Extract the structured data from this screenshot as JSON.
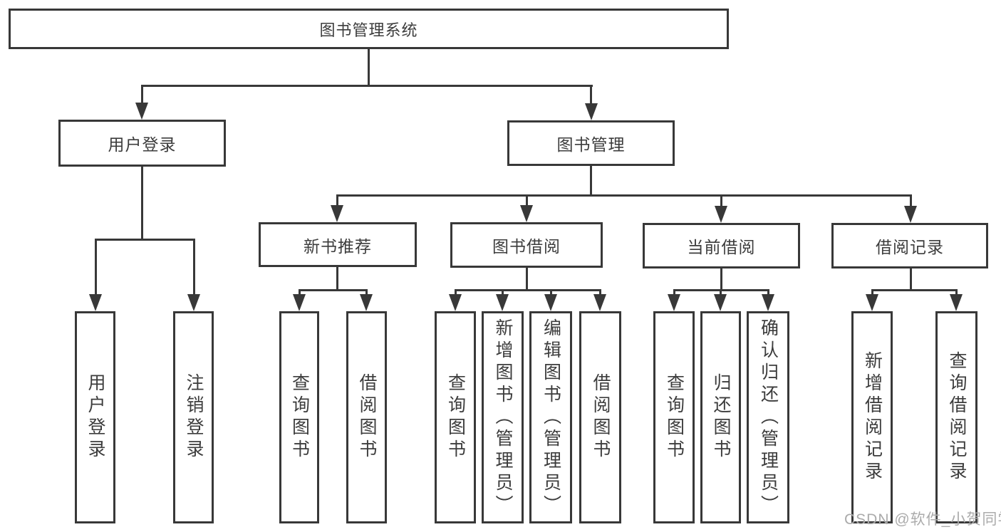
{
  "colors": {
    "line": "#383838",
    "text": "#3c3c3c",
    "bg": "#ffffff",
    "watermark": "#ababab"
  },
  "watermark": {
    "text": "CSDN @软件_小贺同学"
  },
  "tree": {
    "label": "图书管理系统",
    "children": [
      {
        "label": "用户登录",
        "children": [
          {
            "label": "用户登录"
          },
          {
            "label": "注销登录"
          }
        ]
      },
      {
        "label": "图书管理",
        "children": [
          {
            "label": "新书推荐",
            "children": [
              {
                "label": "查询图书"
              },
              {
                "label": "借阅图书"
              }
            ]
          },
          {
            "label": "图书借阅",
            "children": [
              {
                "label": "查询图书"
              },
              {
                "label": "新增图书（管理员）"
              },
              {
                "label": "编辑图书（管理员）"
              },
              {
                "label": "借阅图书"
              }
            ]
          },
          {
            "label": "当前借阅",
            "children": [
              {
                "label": "查询图书"
              },
              {
                "label": "归还图书"
              },
              {
                "label": "确认归还（管理员）"
              }
            ]
          },
          {
            "label": "借阅记录",
            "children": [
              {
                "label": "新增借阅记录"
              },
              {
                "label": "查询借阅记录"
              }
            ]
          }
        ]
      }
    ]
  }
}
